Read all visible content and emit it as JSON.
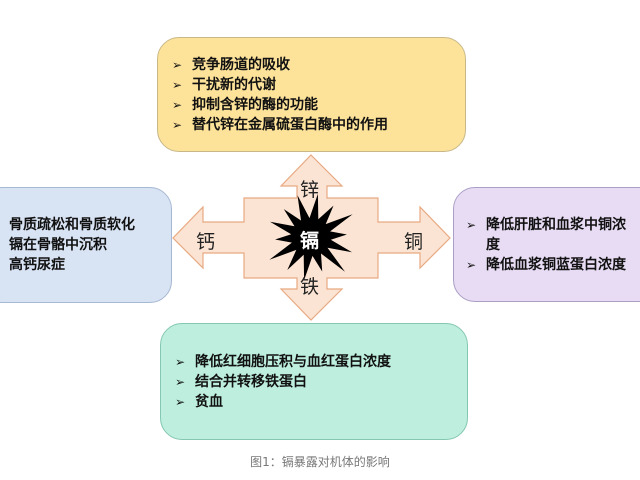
{
  "center": {
    "label": "镉"
  },
  "arrows": {
    "up": "锌",
    "left": "钙",
    "right": "铜",
    "down": "铁"
  },
  "boxes": {
    "top": {
      "items": [
        "竞争肠道的吸收",
        "干扰新的代谢",
        "抑制含锌的酶的功能",
        "替代锌在金属硫蛋白酶中的作用"
      ]
    },
    "left": {
      "items": [
        "骨质疏松和骨质软化",
        "镉在骨骼中沉积",
        "高钙尿症"
      ]
    },
    "right": {
      "items": [
        "降低肝脏和血浆中铜浓度",
        "降低血浆铜蓝蛋白浓度"
      ]
    },
    "bottom": {
      "items": [
        "降低红细胞压积与血红蛋白浓度",
        "结合并转移铁蛋白",
        "贫血"
      ]
    }
  },
  "caption": "图1：镉暴露对机体的影响",
  "colors": {
    "top": "#fde29a",
    "left": "#d8e3f3",
    "right": "#e7dcf4",
    "bottom": "#bdeede",
    "arrow_fill": "#fbe4d3",
    "arrow_stroke": "#e8a982",
    "star": "#000000"
  }
}
